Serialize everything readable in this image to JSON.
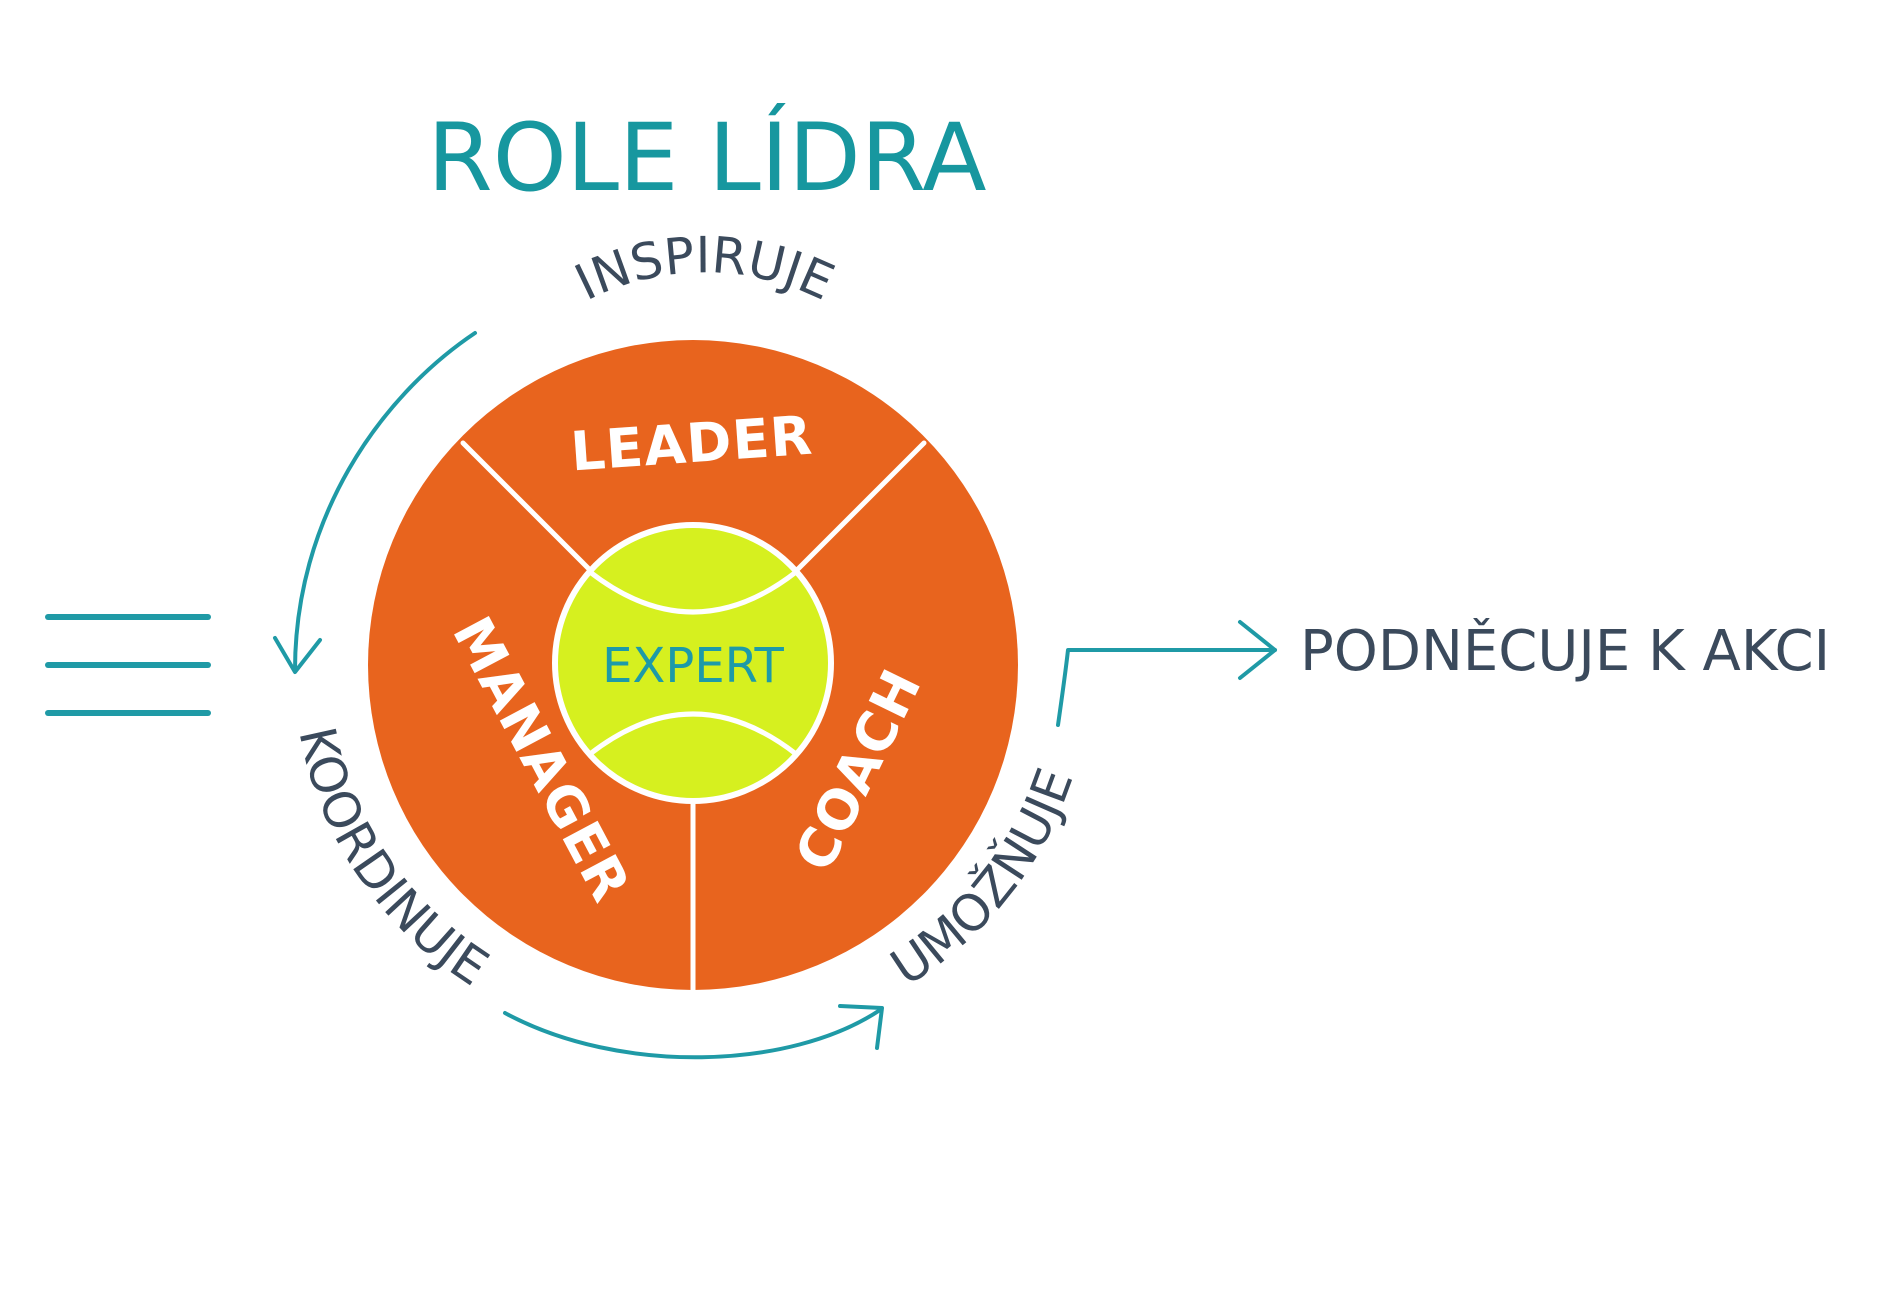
{
  "title": "ROLE LÍDRA",
  "segments": {
    "top": "LEADER",
    "left": "MANAGER",
    "right": "COACH",
    "center": "EXPERT"
  },
  "arc_labels": {
    "top": "INSPIRUJE",
    "left": "KOORDINUJE",
    "right": "UMOŽŇUJE"
  },
  "action_label": "PODNĚCUJE K AKCI",
  "icons": [
    "menu-icon"
  ],
  "colors": {
    "title": "#17979f",
    "ring": "#e8641e",
    "center": "#d6f01f",
    "arrow": "#1f9aa6",
    "label_text": "#3b4a5c",
    "center_text": "#1d9aa8"
  }
}
